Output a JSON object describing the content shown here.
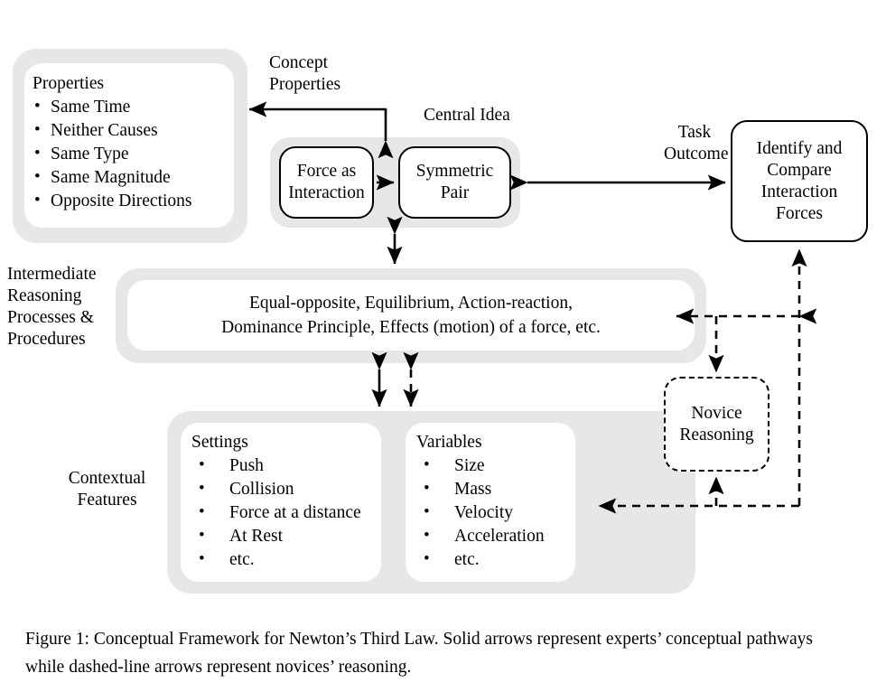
{
  "figure": {
    "caption": "Figure 1: Conceptual Framework for Newton’s Third Law. Solid arrows represent experts’ conceptual pathways while dashed-line arrows represent novices’ reasoning."
  },
  "labels": {
    "concept_properties": "Concept\nProperties",
    "central_idea": "Central Idea",
    "task_outcome": "Task\nOutcome",
    "intermediate": "Intermediate\nReasoning\nProcesses &\nProcedures",
    "contextual": "Contextual\nFeatures"
  },
  "properties_box": {
    "title": "Properties",
    "items": [
      "Same Time",
      "Neither Causes",
      "Same Type",
      "Same Magnitude",
      "Opposite Directions"
    ]
  },
  "central_idea": {
    "nodes": [
      {
        "text": "Force as\nInteraction"
      },
      {
        "text": "Symmetric\nPair"
      }
    ]
  },
  "task_box": {
    "text": "Identify and\nCompare\nInteraction\nForces"
  },
  "reasoning_box": {
    "text": "Equal-opposite, Equilibrium, Action-reaction,\nDominance Principle, Effects (motion) of a force, etc."
  },
  "settings_box": {
    "title": "Settings",
    "items": [
      "Push",
      "Collision",
      "Force at a distance",
      "At Rest",
      "etc."
    ]
  },
  "variables_box": {
    "title": "Variables",
    "items": [
      "Size",
      "Mass",
      "Velocity",
      "Acceleration",
      "etc."
    ]
  },
  "novice_box": {
    "text": "Novice\nReasoning"
  },
  "colors": {
    "group_fill": "#e7e7e7",
    "stroke": "#000000",
    "page": "#ffffff"
  }
}
